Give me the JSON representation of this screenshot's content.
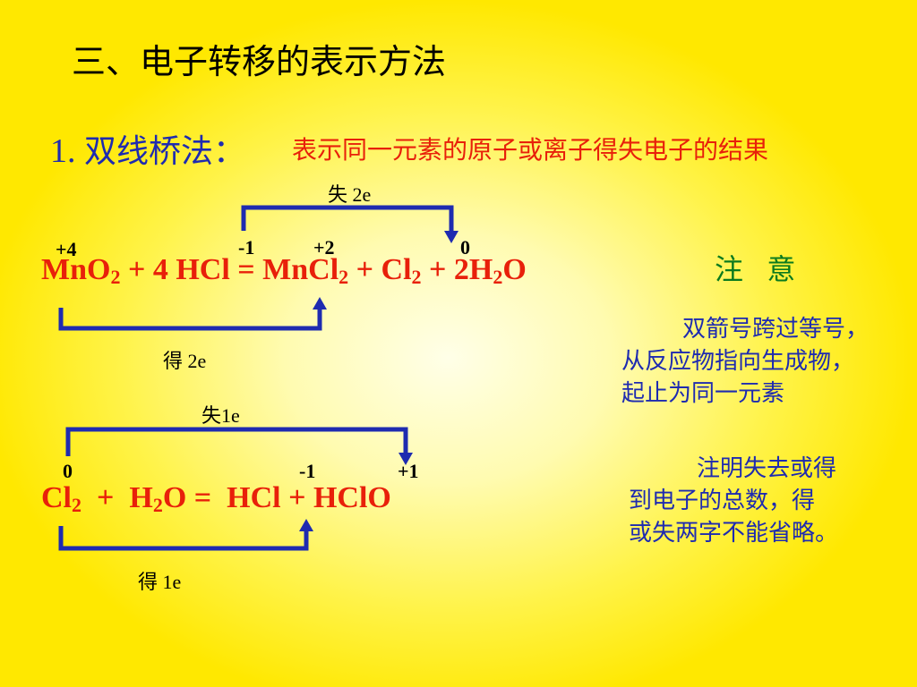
{
  "title": "三、电子转移的表示方法",
  "subtitle": {
    "number": "1.",
    "text": "双线桥法："
  },
  "description": "表示同一元素的原子或离子得失电子的结果",
  "reaction1": {
    "lose_label": "失 2e",
    "gain_label": "得 2e",
    "ox_states": [
      "+4",
      "-1",
      "+2",
      "0"
    ],
    "parts": {
      "mn": "MnO",
      "s2a": "2",
      "plus1": " + 4 HCl = MnCl",
      "s2b": "2",
      "plus2": " + Cl",
      "s2c": "2",
      "plus3": " + 2H",
      "s2d": "2",
      "end": "O"
    }
  },
  "reaction2": {
    "lose_label": "失1e",
    "gain_label": "得 1e",
    "ox_states": [
      "0",
      "-1",
      "+1"
    ],
    "parts": {
      "cl": "Cl",
      "s2a": "2",
      "mid": "  +  H",
      "s2b": "2",
      "end": "O =  HCl + HClO"
    }
  },
  "notes": {
    "heading": "注  意",
    "note1": [
      "双箭号跨过等号，",
      "从反应物指向生成物，",
      "起止为同一元素"
    ],
    "note2": [
      "注明失去或得",
      "到电子的总数，得",
      "或失两字不能省略。"
    ]
  },
  "colors": {
    "arrow": "#1e2bb0",
    "equation": "#e8200a",
    "title": "#000000",
    "note": "#1e2bb0",
    "heading": "#0a7a1e"
  }
}
